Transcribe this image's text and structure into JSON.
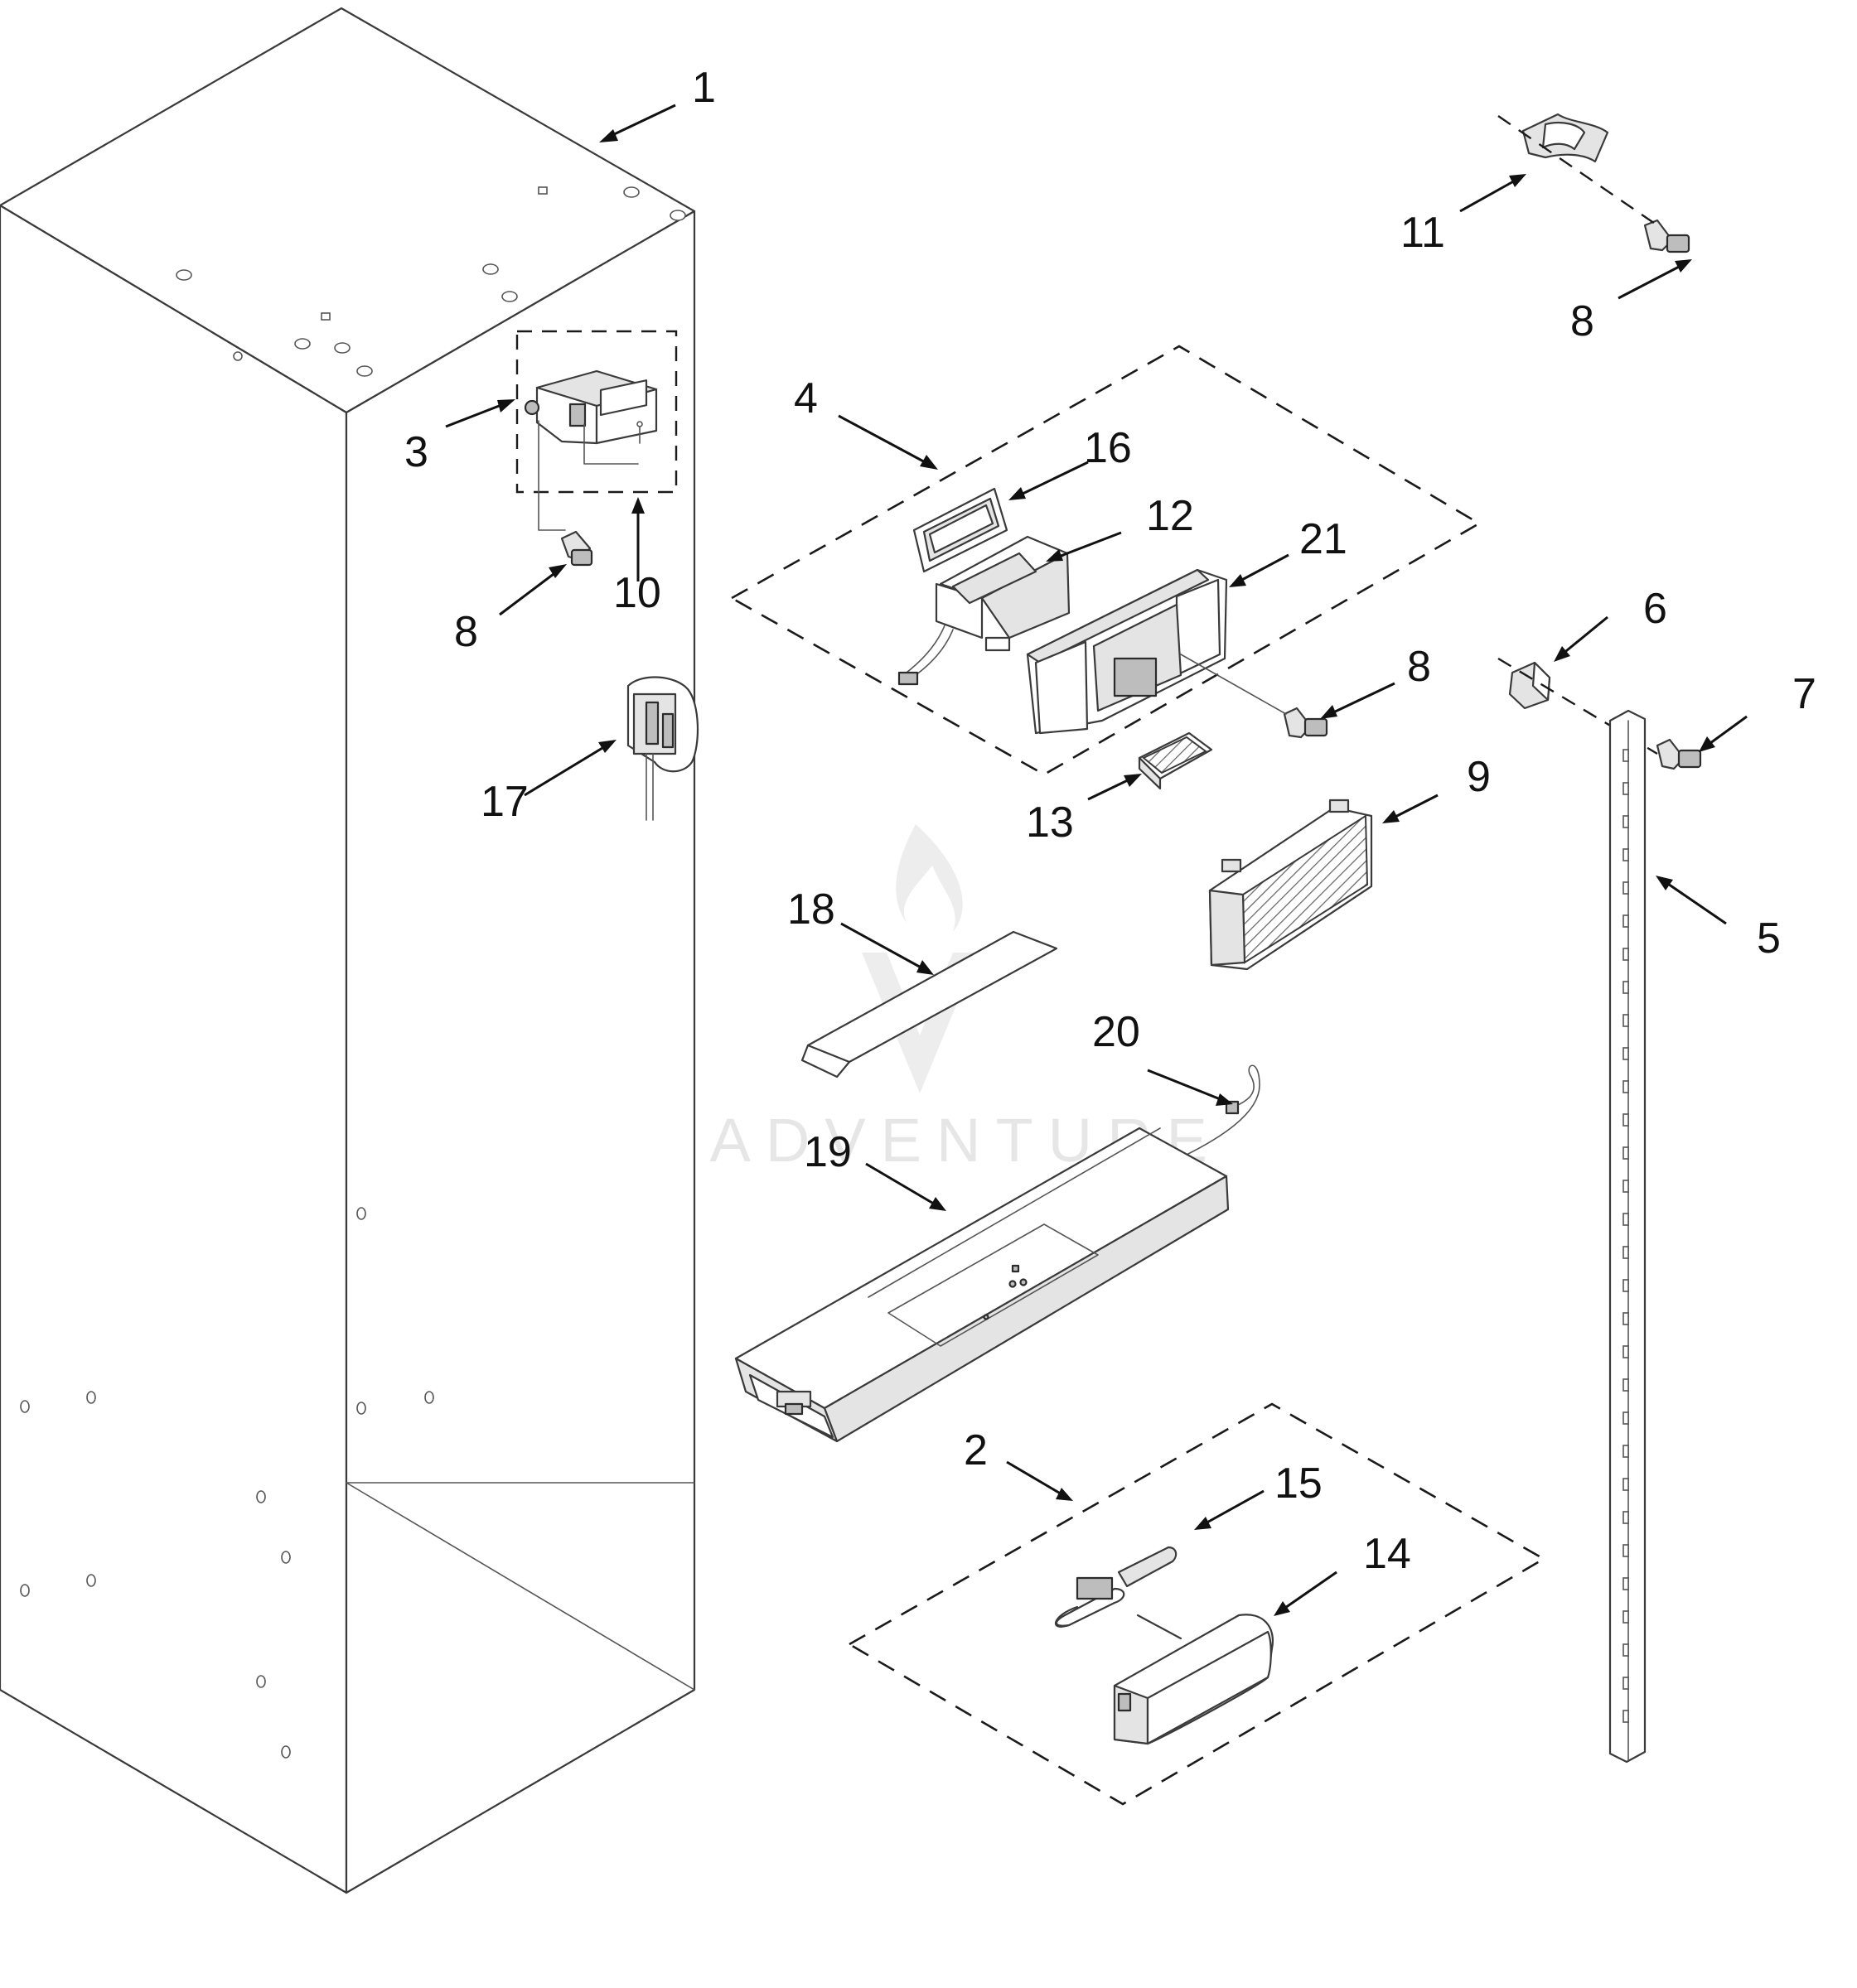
{
  "diagram": {
    "watermark": "LEADVENTURE",
    "callouts": [
      {
        "id": "1",
        "label": "1"
      },
      {
        "id": "2",
        "label": "2"
      },
      {
        "id": "3",
        "label": "3"
      },
      {
        "id": "4",
        "label": "4"
      },
      {
        "id": "5",
        "label": "5"
      },
      {
        "id": "6",
        "label": "6"
      },
      {
        "id": "7",
        "label": "7"
      },
      {
        "id": "8a",
        "label": "8"
      },
      {
        "id": "8b",
        "label": "8"
      },
      {
        "id": "8c",
        "label": "8"
      },
      {
        "id": "9",
        "label": "9"
      },
      {
        "id": "10",
        "label": "10"
      },
      {
        "id": "11",
        "label": "11"
      },
      {
        "id": "12",
        "label": "12"
      },
      {
        "id": "13",
        "label": "13"
      },
      {
        "id": "14",
        "label": "14"
      },
      {
        "id": "15",
        "label": "15"
      },
      {
        "id": "16",
        "label": "16"
      },
      {
        "id": "17",
        "label": "17"
      },
      {
        "id": "18",
        "label": "18"
      },
      {
        "id": "19",
        "label": "19"
      },
      {
        "id": "20",
        "label": "20"
      },
      {
        "id": "21",
        "label": "21"
      }
    ]
  }
}
